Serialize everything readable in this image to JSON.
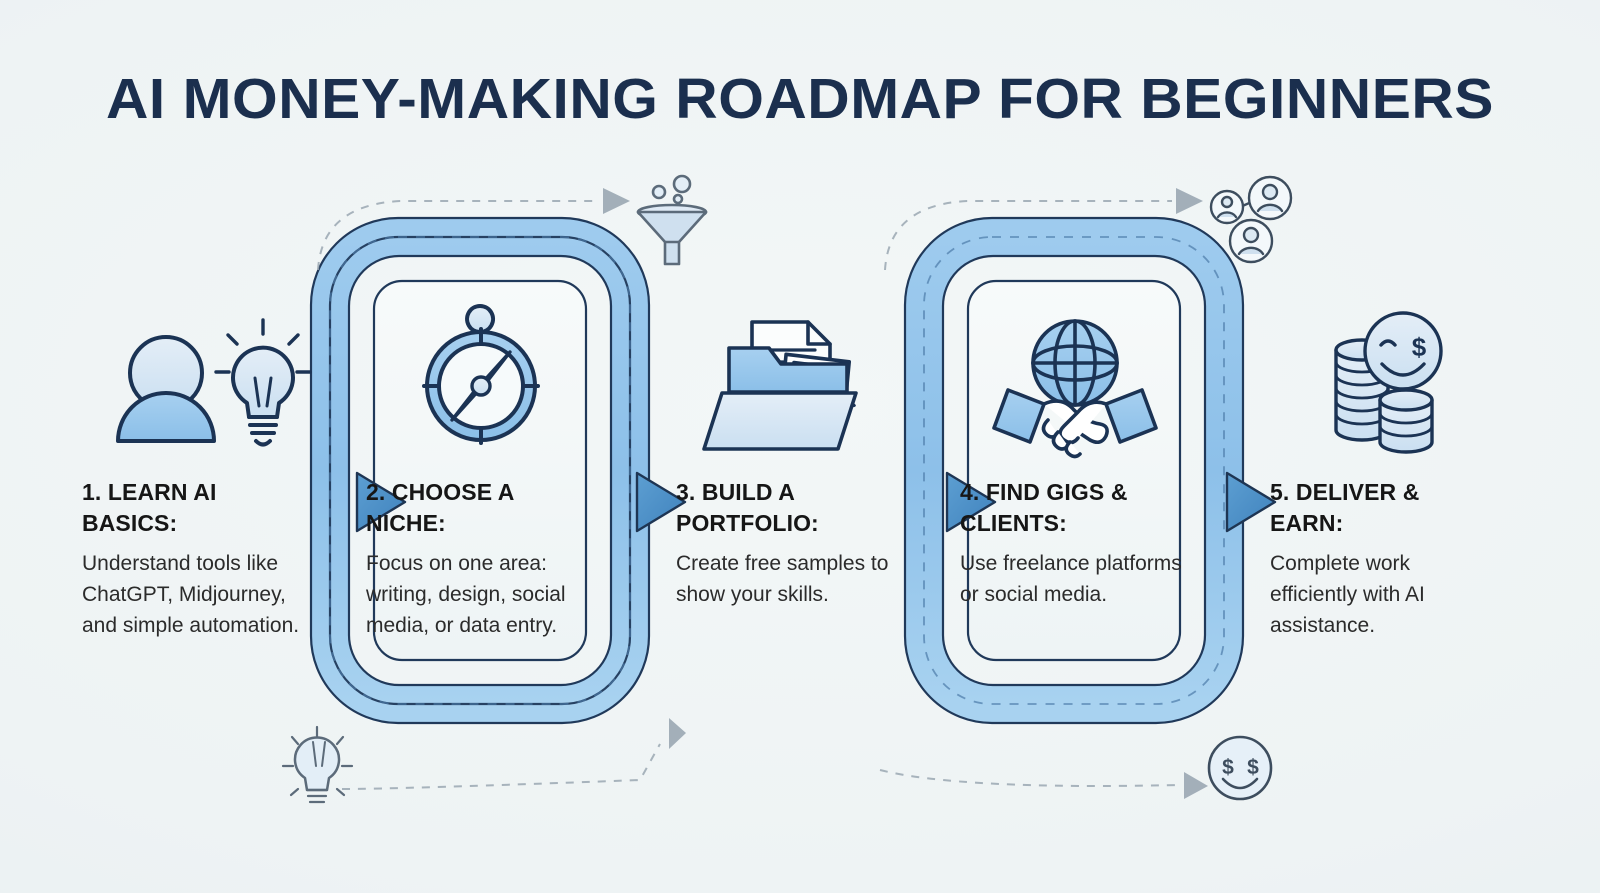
{
  "title": "AI MONEY-MAKING ROADMAP FOR BEGINNERS",
  "colors": {
    "background": "#eef3f4",
    "title": "#1b2f4e",
    "track_band": "#8fc1e8",
    "track_outline": "#1e3553",
    "arrow_fill": "#4a8ec7",
    "arrow_outline": "#1e3553",
    "icon_dark": "#1b3354",
    "icon_light_blue": "#cfe0ef",
    "icon_blue": "#8fc1e8",
    "dashed_guide": "#9aa7b2",
    "card_fill": "#f4f8f8",
    "heading_text": "#161616",
    "body_text": "#2b2b2b"
  },
  "steps": [
    {
      "id": "learn-ai-basics",
      "number": "1.",
      "heading": "1. LEARN AI BASICS:",
      "body": "Understand tools like ChatGPT, Midjourney, and simple automation.",
      "icon": "person-lightbulb-icon",
      "inside_track": false
    },
    {
      "id": "choose-a-niche",
      "number": "2.",
      "heading": "2. CHOOSE A NICHE:",
      "body": "Focus on one area: writing, design, social media, or data entry.",
      "icon": "compass-icon",
      "inside_track": true
    },
    {
      "id": "build-a-portfolio",
      "number": "3.",
      "heading": "3. BUILD A PORTFOLIO:",
      "body": "Create free samples to show your skills.",
      "icon": "folder-portfolio-icon",
      "inside_track": false
    },
    {
      "id": "find-gigs-and-clients",
      "number": "4.",
      "heading": "4. FIND GIGS & CLIENTS:",
      "body": "Use freelance platforms or social media.",
      "icon": "globe-handshake-icon",
      "inside_track": true
    },
    {
      "id": "deliver-and-earn",
      "number": "5.",
      "heading": "5. DELIVER & EARN:",
      "body": "Complete work efficiently with AI assistance.",
      "icon": "coins-smiley-icon",
      "inside_track": false
    }
  ],
  "decorations": [
    {
      "id": "funnel-bubbles-icon",
      "position": "top-center-left"
    },
    {
      "id": "people-network-icon",
      "position": "top-right"
    },
    {
      "id": "lightbulb-small-icon",
      "position": "bottom-left"
    },
    {
      "id": "money-smiley-icon",
      "position": "bottom-right"
    }
  ],
  "connectors": {
    "arrow_count": 4,
    "dashed_arrow_count": 4,
    "track_count": 2
  }
}
